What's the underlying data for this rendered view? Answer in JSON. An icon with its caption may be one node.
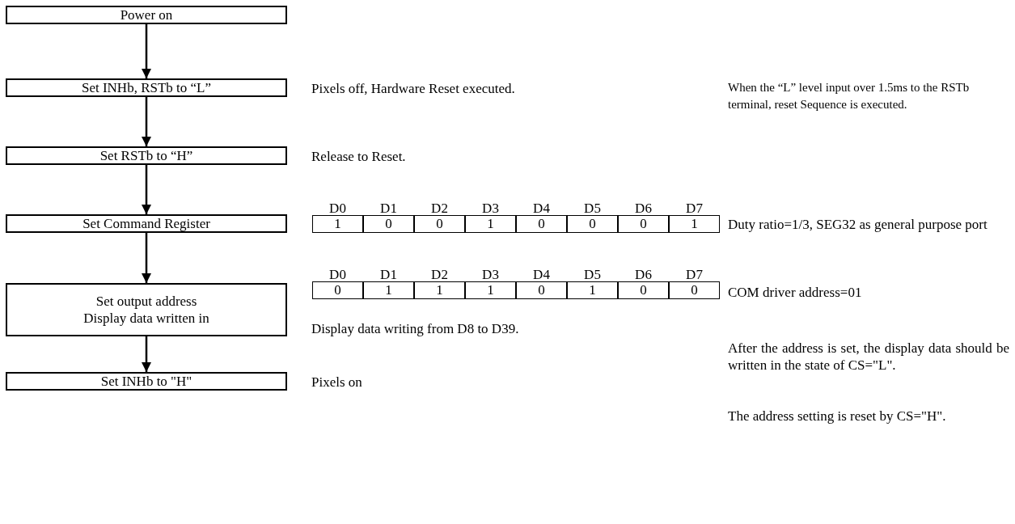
{
  "diagram": {
    "nodes": [
      {
        "text": [
          "Power on"
        ]
      },
      {
        "text": [
          "Set INHb, RSTb to “L”"
        ]
      },
      {
        "text": [
          "Set RSTb to “H”"
        ]
      },
      {
        "text": [
          "Set Command Register"
        ]
      },
      {
        "text": [
          "Set output address",
          "Display data written in"
        ]
      },
      {
        "text": [
          "Set INHb to \"H\""
        ]
      }
    ],
    "edges": [
      {
        "from": 0,
        "to": 1,
        "arrow": "to"
      },
      {
        "from": 1,
        "to": 2,
        "arrow": "to"
      },
      {
        "from": 2,
        "to": 3,
        "arrow": "to"
      },
      {
        "from": 3,
        "to": 4,
        "arrow": "to"
      },
      {
        "from": 4,
        "to": 5,
        "arrow": "to"
      }
    ],
    "labels": [
      "Pixels off, Hardware Reset executed.",
      "When the “L” level input over 1.5ms to the RSTb terminal, reset Sequence is executed.",
      "Release to Reset.",
      "D0",
      "D1",
      "D2",
      "D3",
      "D4",
      "D5",
      "D6",
      "D7",
      "1",
      "0",
      "0",
      "1",
      "0",
      "0",
      "0",
      "1",
      "Duty ratio=1/3, SEG32 as general purpose port",
      "D0",
      "D1",
      "D2",
      "D3",
      "D4",
      "D5",
      "D6",
      "D7",
      "0",
      "1",
      "1",
      "1",
      "0",
      "1",
      "0",
      "0",
      "COM driver address=01",
      "Display data writing from D8 to D39.",
      "After the address is set, the display data should be written in the state of CS=\"L\".",
      "The address setting is reset by CS=\"H\".",
      "Pixels on"
    ]
  }
}
